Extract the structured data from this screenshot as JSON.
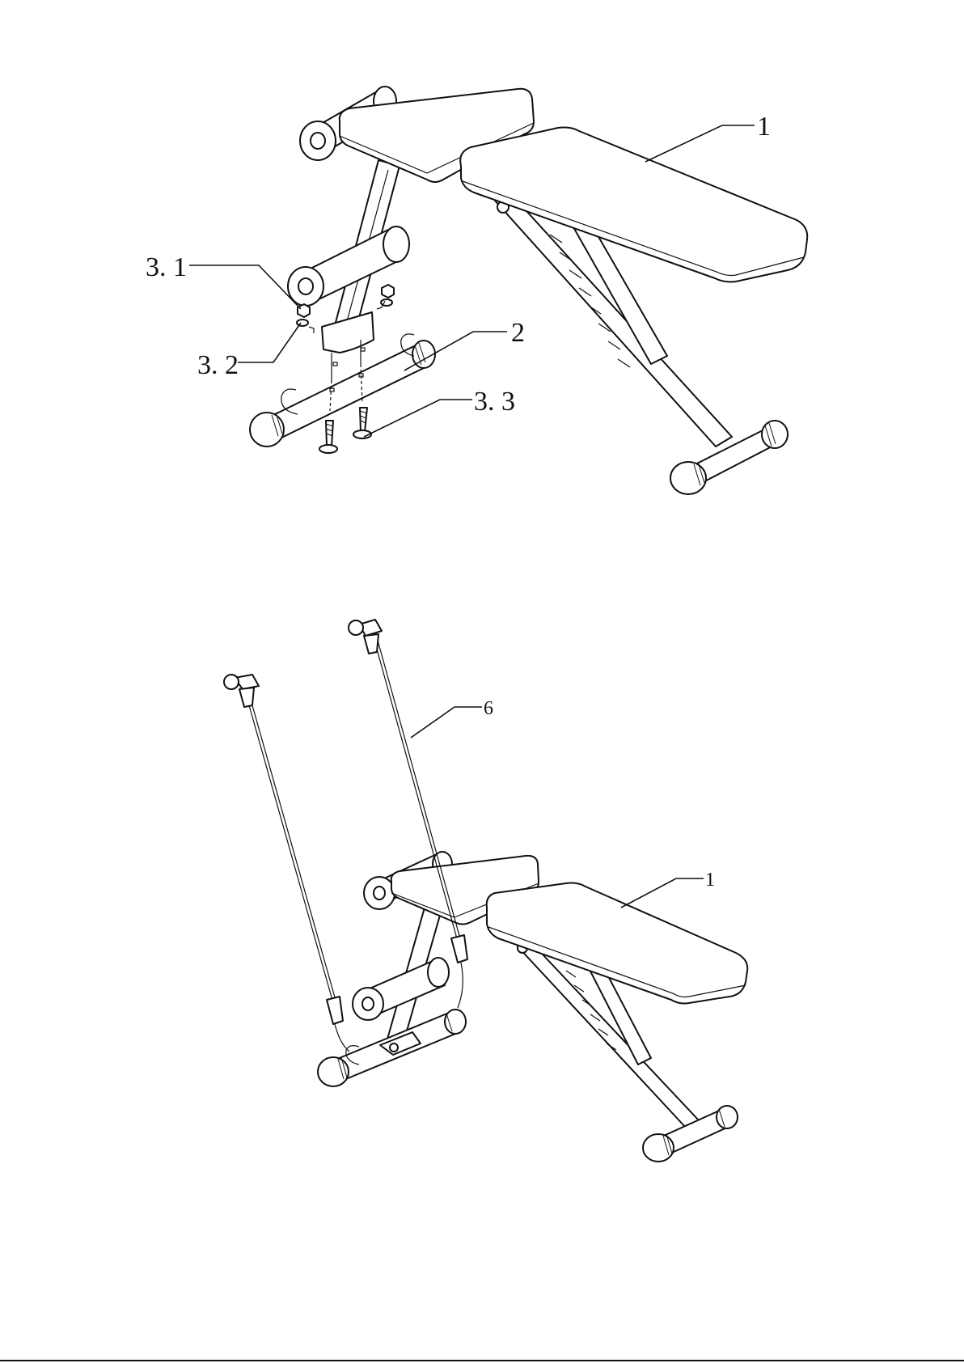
{
  "figure_top": {
    "callouts": [
      {
        "id": "1",
        "label": "1"
      },
      {
        "id": "3-1",
        "label": "3. 1"
      },
      {
        "id": "2",
        "label": "2"
      },
      {
        "id": "3-2",
        "label": "3. 2"
      },
      {
        "id": "3-3",
        "label": "3. 3"
      }
    ]
  },
  "figure_bottom": {
    "callouts": [
      {
        "id": "6",
        "label": "6"
      },
      {
        "id": "1",
        "label": "1"
      }
    ]
  }
}
